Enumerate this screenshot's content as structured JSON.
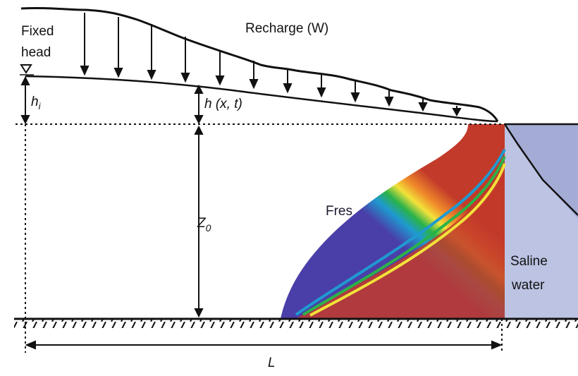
{
  "labels": {
    "fixed_head_line1": "Fixed",
    "fixed_head_line2": "head",
    "recharge": "Recharge (W)",
    "h_i": "h",
    "h_i_sub": "i",
    "h_xt": "h (x, t)",
    "z0": "Z",
    "z0_sub": "0",
    "fresh": "Fres",
    "saline_line1": "Saline",
    "saline_line2": "water",
    "length": "L"
  },
  "colors": {
    "line": "#111111",
    "fresh_water": "#4a3fa8",
    "saline_fill": "#bcc3e3",
    "sea_fill": "#a4acd6",
    "salt_core": "#c23a2a"
  }
}
